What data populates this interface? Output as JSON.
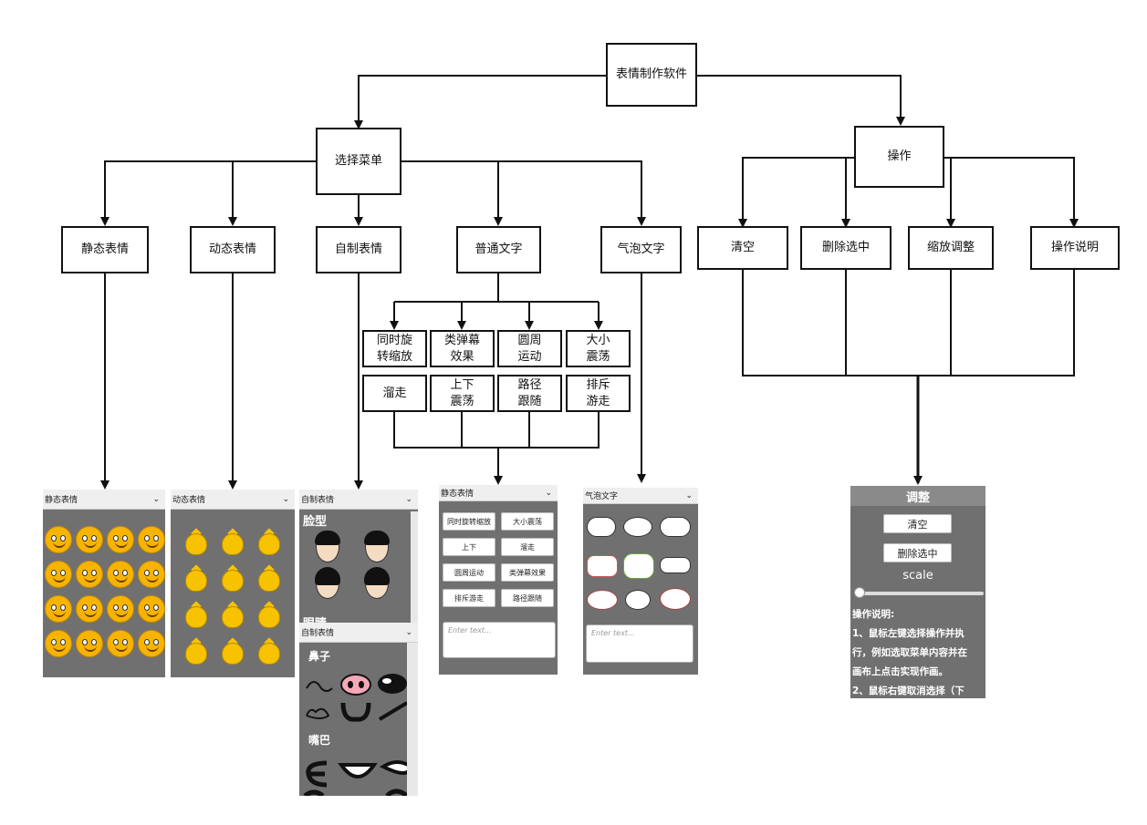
{
  "nodes": {
    "root": "表情制作软件",
    "select_menu": "选择菜单",
    "operate": "操作",
    "static_emoji": "静态表情",
    "dynamic_emoji": "动态表情",
    "custom_emoji": "自制表情",
    "plain_text": "普通文字",
    "bubble_text": "气泡文字",
    "clear": "清空",
    "delete_selected": "删除选中",
    "scale_adjust": "缩放调整",
    "instructions": "操作说明",
    "rotate_scale": "同时旋\n转缩放",
    "danmaku": "类弹幕\n效果",
    "circular": "圆周\n运动",
    "size_shake": "大小\n震荡",
    "slide_away": "溜走",
    "updown_shake": "上下\n震荡",
    "path_follow": "路径\n跟随",
    "repel_wander": "排斥\n游走"
  },
  "screens": {
    "static_panel": {
      "dropdown": "静态表情"
    },
    "dynamic_panel": {
      "dropdown": "动态表情"
    },
    "custom_panel": {
      "dropdown": "自制表情",
      "section_face": "脸型",
      "section_eyes_partial": "眼睛",
      "dropdown2": "自制表情",
      "section_nose": "鼻子",
      "section_mouth": "嘴巴"
    },
    "text_panel": {
      "dropdown": "静态表情",
      "buttons": [
        "同时旋转缩放",
        "大小震荡",
        "上下",
        "溜走",
        "圆周运动",
        "类弹幕效果",
        "排斥游走",
        "路径跟随"
      ],
      "placeholder": "Enter text..."
    },
    "bubble_panel": {
      "dropdown": "气泡文字",
      "placeholder": "Enter text..."
    },
    "ops_panel": {
      "title": "调整",
      "clear_btn": "清空",
      "delete_btn": "删除选中",
      "scale_label": "scale",
      "help_title": "操作说明:",
      "help_line1": "1、鼠标左键选择操作并执",
      "help_line2": "行，例如选取菜单内容并在",
      "help_line3": "画布上点击实现作画。",
      "help_line4": "2、鼠标右键取消选择（下"
    }
  },
  "colors": {
    "panel_bg": "#707070",
    "emoji_yellow": "#f6b400",
    "line": "#111111"
  }
}
